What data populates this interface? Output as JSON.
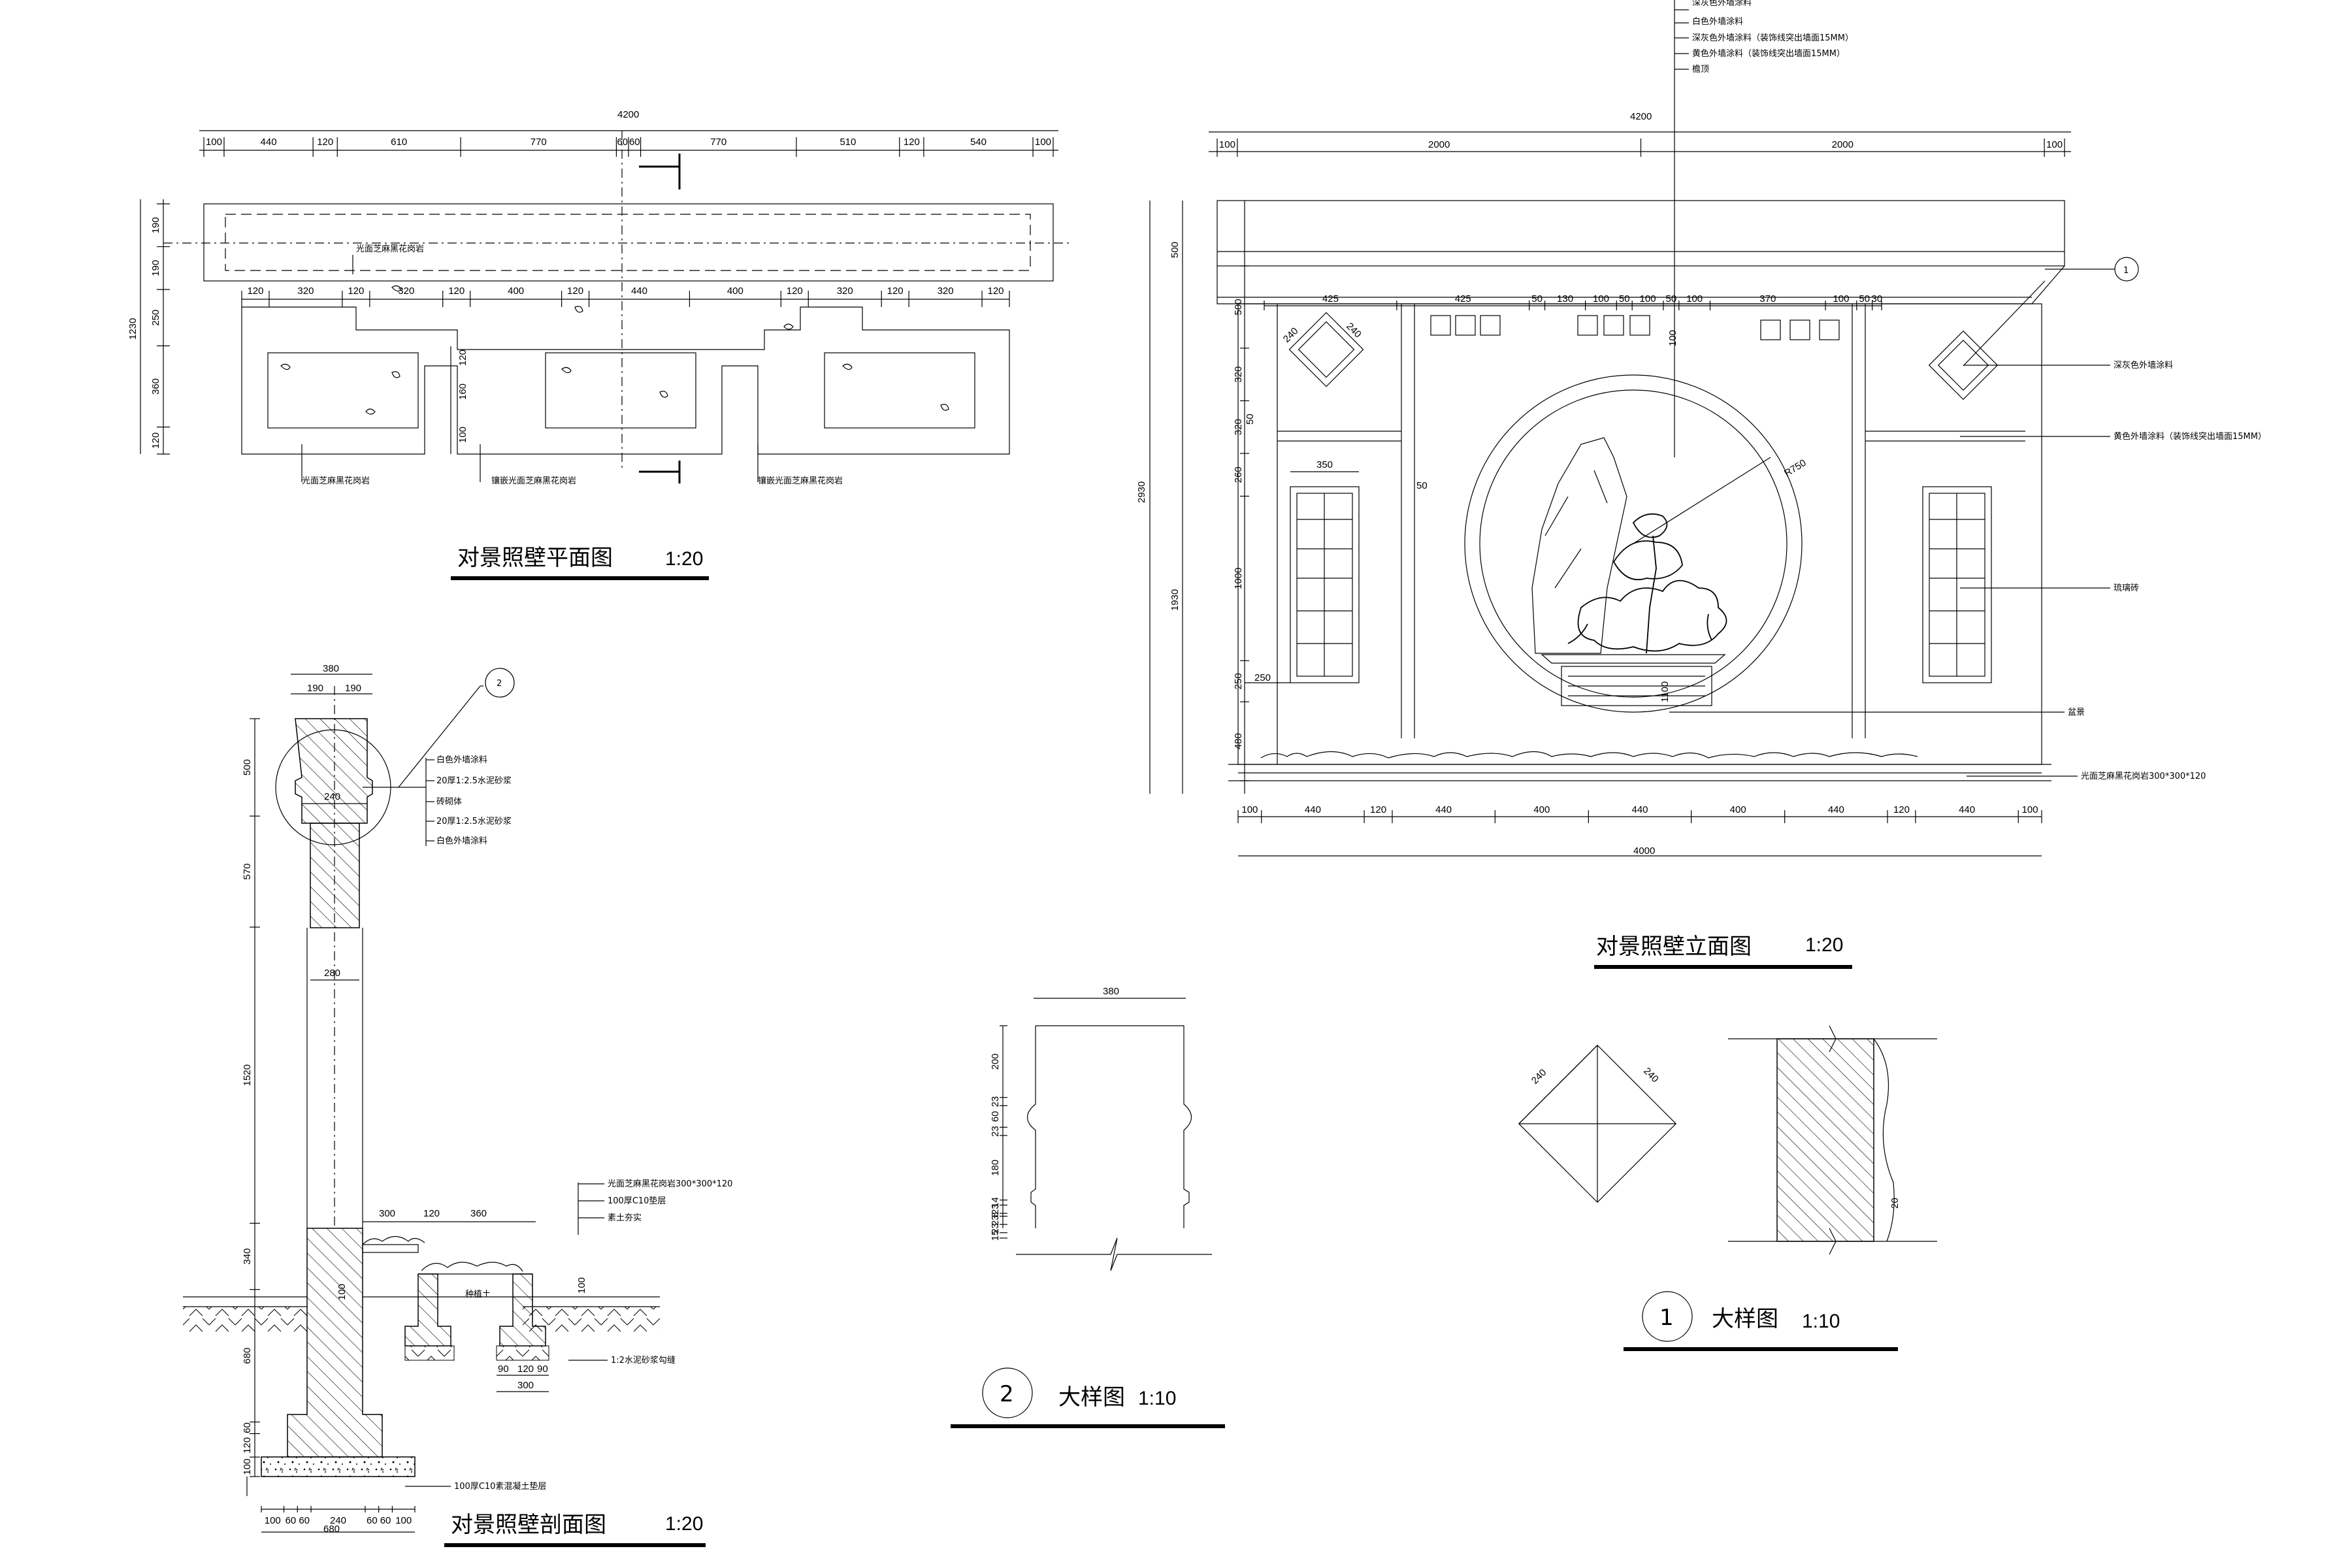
{
  "titles": {
    "plan": {
      "name": "对景照壁平面图",
      "scale": "1:20"
    },
    "elevation": {
      "name": "对景照壁立面图",
      "scale": "1:20"
    },
    "section": {
      "name": "对景照壁剖面图",
      "scale": "1:20"
    },
    "detail1": {
      "num": "1",
      "name": "大样图",
      "scale": "1:10"
    },
    "detail2": {
      "num": "2",
      "name": "大样图",
      "scale": "1:10"
    }
  },
  "plan": {
    "overall": "4200",
    "top_dims": [
      "100",
      "440",
      "120",
      "610",
      "770",
      "60",
      "60",
      "770",
      "510",
      "120",
      "540",
      "100"
    ],
    "mid_dims": [
      "120",
      "320",
      "120",
      "320",
      "120",
      "400",
      "120",
      "440",
      "400",
      "120",
      "320",
      "120",
      "320",
      "120"
    ],
    "left_dims": [
      "190",
      "190",
      "250",
      "360",
      "120"
    ],
    "left_total": "1230",
    "notes": [
      "光面芝麻黑花岗岩",
      "光面芝麻黑花岗岩",
      "镶嵌光面芝麻黑花岗岩",
      "镶嵌光面芝麻黑花岗岩"
    ],
    "inner_dims": [
      "120",
      "160",
      "100"
    ]
  },
  "elevation": {
    "overall_top": "4200",
    "top_dims": [
      "100",
      "2000",
      "2000",
      "100"
    ],
    "bottom_total": "4000",
    "bottom_dims": [
      "100",
      "440",
      "120",
      "440",
      "400",
      "440",
      "400",
      "440",
      "120",
      "440",
      "100"
    ],
    "left_dims": [
      "500",
      "320",
      "320",
      "260",
      "1000",
      "250",
      "480"
    ],
    "left_mid": [
      "500",
      "1930"
    ],
    "left_total": "2930",
    "inner_dims": [
      "425",
      "425",
      "50",
      "130",
      "100",
      "50",
      "100",
      "50",
      "100",
      "370",
      "100",
      "50",
      "30"
    ],
    "dims_small": [
      "240",
      "240",
      "350",
      "50",
      "50",
      "250",
      "1100",
      "100"
    ],
    "radius": "R750",
    "leader_top": [
      "深灰色外墙涂料",
      "白色外墙涂料",
      "深灰色外墙涂料（装饰线突出墙面15MM）",
      "黄色外墙涂料（装饰线突出墙面15MM）",
      "檐顶"
    ],
    "leader_right": [
      "深灰色外墙涂料",
      "黄色外墙涂料（装饰线突出墙面15MM）",
      "琉璃砖",
      "盆景",
      "光面芝麻黑花岗岩300*300*120"
    ],
    "ref_mark": "1"
  },
  "section": {
    "top_dims": [
      "380",
      "190",
      "190"
    ],
    "left_dims": [
      "500",
      "570",
      "1520",
      "340",
      "680",
      "60",
      "120",
      "100"
    ],
    "inner_dims": [
      "240",
      "280",
      "100",
      "300",
      "120",
      "360",
      "100",
      "90",
      "120",
      "90",
      "300"
    ],
    "bottom_dims": [
      "100",
      "60",
      "60",
      "240",
      "60",
      "60",
      "100"
    ],
    "bottom_total": "680",
    "notes": [
      "白色外墙涂料",
      "20厚1:2.5水泥砂浆",
      "砖砌体",
      "20厚1:2.5水泥砂浆",
      "白色外墙涂料"
    ],
    "notes_right": [
      "光面芝麻黑花岗岩300*300*120",
      "100厚C10垫层",
      "素土夯实"
    ],
    "note_bottom": "100厚C10素混凝土垫层",
    "note_sand": "1:2水泥砂浆勾缝",
    "note_soil": "种植土",
    "ref_mark": "2"
  },
  "detail2": {
    "dims": [
      "380",
      "200",
      "23",
      "60",
      "23",
      "180",
      "14",
      "23",
      "8",
      "23",
      "23",
      "15"
    ]
  },
  "detail1": {
    "dims": [
      "240",
      "240",
      "20"
    ]
  }
}
